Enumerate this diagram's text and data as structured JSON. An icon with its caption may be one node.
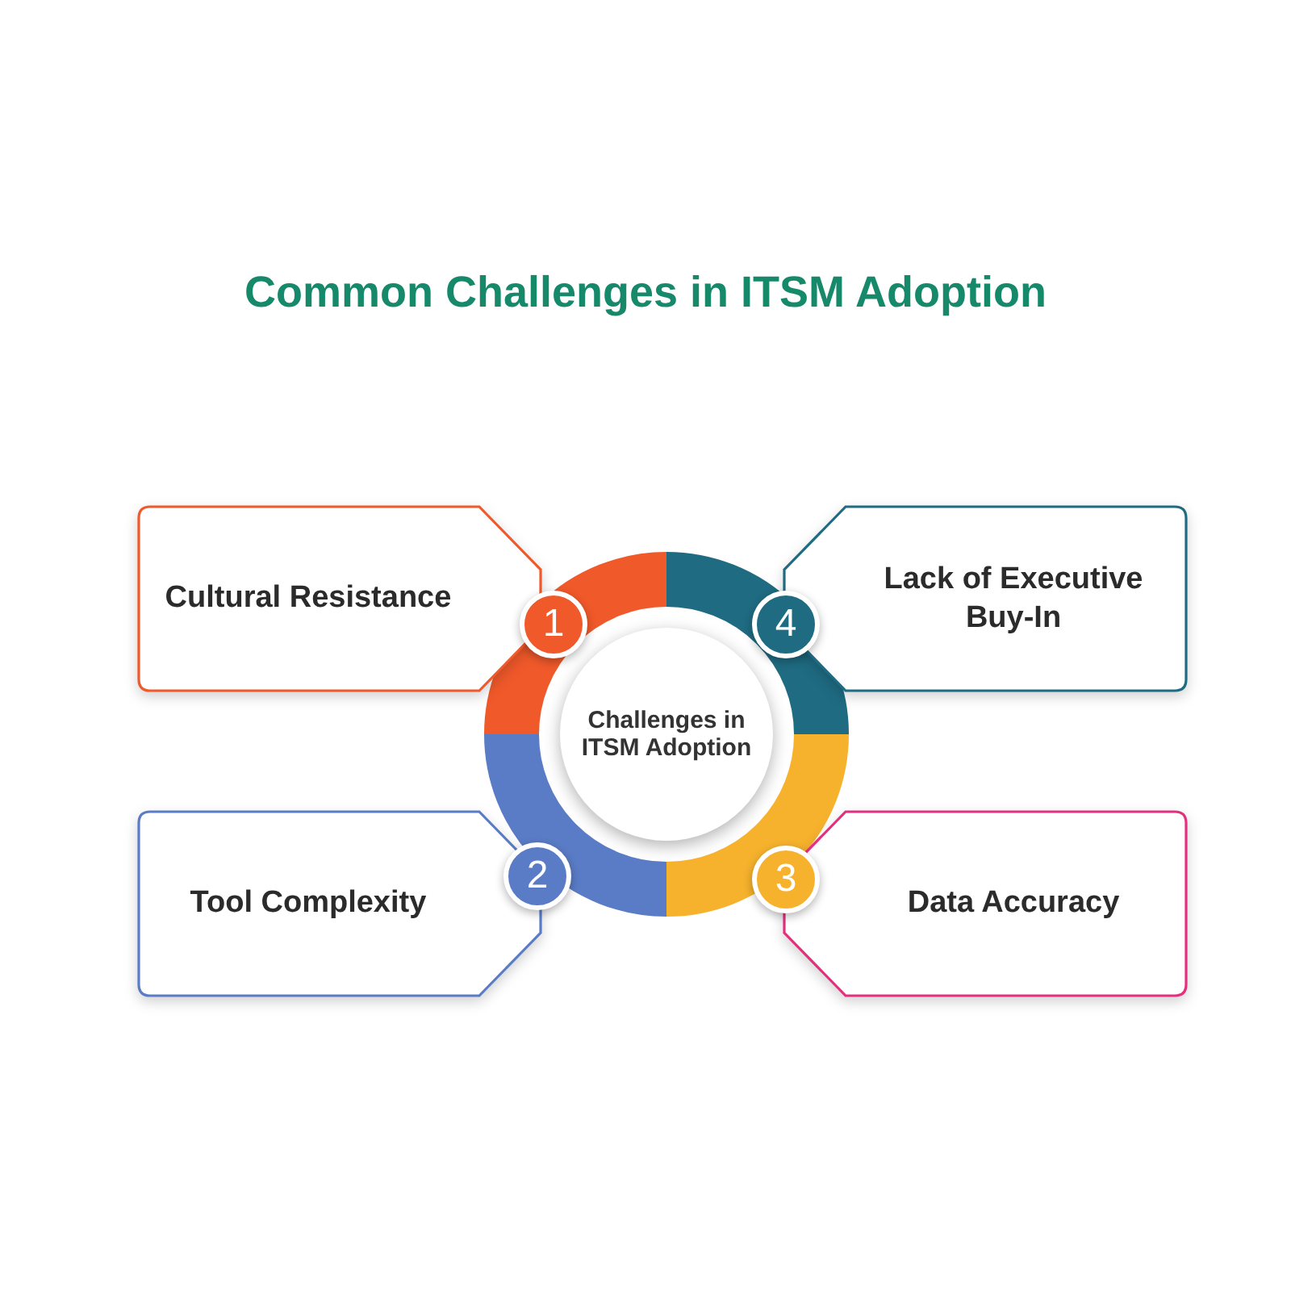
{
  "diagram": {
    "title": "Common Challenges in ITSM Adoption",
    "nodes": [
      {
        "text": [
          "Challenges in ITSM Adoption"
        ]
      },
      {
        "text": [
          "1"
        ]
      },
      {
        "text": [
          "2"
        ]
      },
      {
        "text": [
          "3"
        ]
      },
      {
        "text": [
          "4"
        ]
      },
      {
        "text": [
          "Cultural Resistance"
        ]
      },
      {
        "text": [
          "Tool Complexity"
        ]
      },
      {
        "text": [
          "Data Accuracy"
        ]
      },
      {
        "text": [
          "Lack of Executive Buy-In"
        ]
      }
    ]
  }
}
